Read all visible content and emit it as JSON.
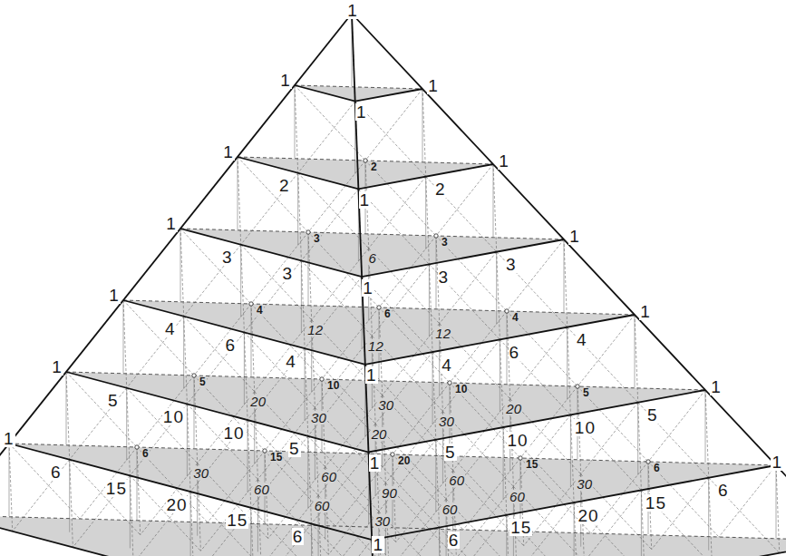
{
  "diagram": {
    "labels": [
      "1",
      "1",
      "1",
      "1",
      "1",
      "2",
      "1",
      "2",
      "2",
      "1",
      "1",
      "3",
      "3",
      "1",
      "3",
      "6",
      "3",
      "3",
      "3",
      "1",
      "1",
      "4",
      "6",
      "4",
      "1",
      "4",
      "12",
      "12",
      "4",
      "6",
      "12",
      "6",
      "4",
      "4",
      "1",
      "1",
      "5",
      "10",
      "10",
      "5",
      "1",
      "5",
      "20",
      "30",
      "20",
      "5",
      "10",
      "30",
      "30",
      "10",
      "10",
      "20",
      "10",
      "5",
      "5",
      "1",
      "1",
      "6",
      "15",
      "20",
      "15",
      "6",
      "1",
      "6",
      "30",
      "60",
      "60",
      "30",
      "6",
      "15",
      "60",
      "90",
      "60",
      "15",
      "20",
      "60",
      "60",
      "20",
      "15",
      "30",
      "15",
      "6",
      "6",
      "1"
    ]
  }
}
